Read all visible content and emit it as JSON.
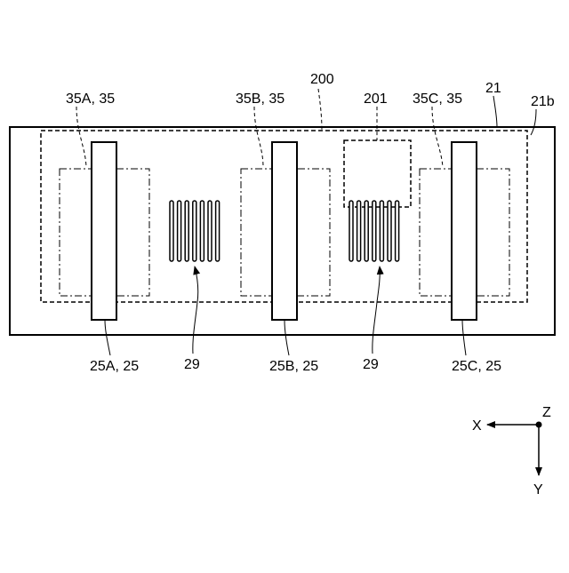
{
  "labels": {
    "l35A": "35A, 35",
    "l35B": "35B, 35",
    "l200": "200",
    "l201": "201",
    "l35C": "35C, 35",
    "l21": "21",
    "l21b": "21b",
    "l25A": "25A, 25",
    "l29a": "29",
    "l25B": "25B, 25",
    "l29b": "29",
    "l25C": "25C, 25"
  },
  "axes": {
    "x": "X",
    "y": "Y",
    "z": "Z"
  }
}
